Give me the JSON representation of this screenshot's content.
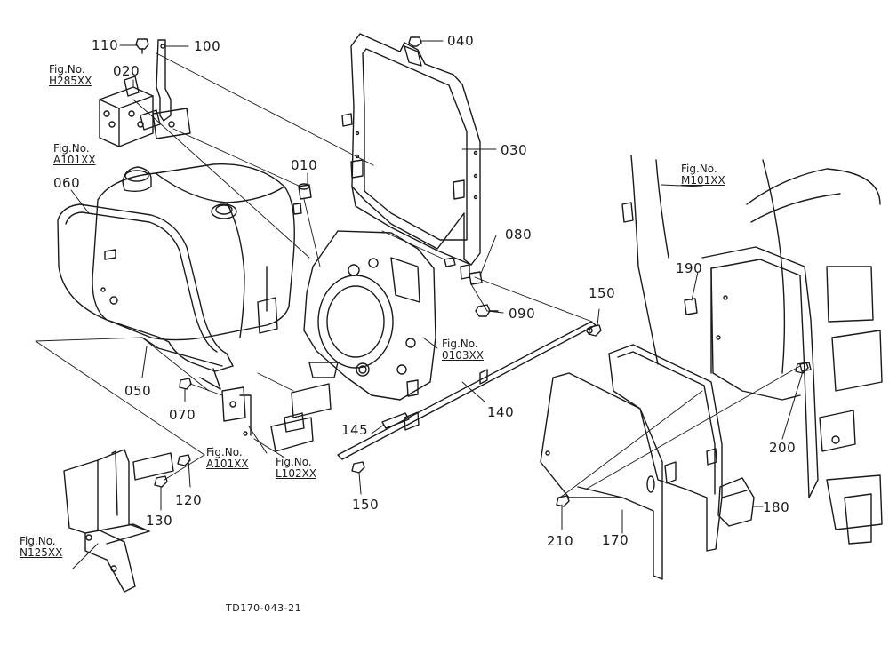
{
  "parts": [
    {
      "id": "p110",
      "num": "110"
    },
    {
      "id": "p100",
      "num": "100"
    },
    {
      "id": "p040",
      "num": "040"
    },
    {
      "id": "p020",
      "num": "020"
    },
    {
      "id": "p030",
      "num": "030"
    },
    {
      "id": "p010",
      "num": "010"
    },
    {
      "id": "p060",
      "num": "060"
    },
    {
      "id": "p080",
      "num": "080"
    },
    {
      "id": "p190",
      "num": "190"
    },
    {
      "id": "p150a",
      "num": "150"
    },
    {
      "id": "p090",
      "num": "090"
    },
    {
      "id": "p050",
      "num": "050"
    },
    {
      "id": "p070",
      "num": "070"
    },
    {
      "id": "p140",
      "num": "140"
    },
    {
      "id": "p145",
      "num": "145"
    },
    {
      "id": "p200",
      "num": "200"
    },
    {
      "id": "p120",
      "num": "120"
    },
    {
      "id": "p130",
      "num": "130"
    },
    {
      "id": "p150b",
      "num": "150"
    },
    {
      "id": "p180",
      "num": "180"
    },
    {
      "id": "p210",
      "num": "210"
    },
    {
      "id": "p170",
      "num": "170"
    }
  ],
  "fig_refs": [
    {
      "id": "f1",
      "label": "Fig.No.",
      "code": "H285XX"
    },
    {
      "id": "f2",
      "label": "Fig.No.",
      "code": "A101XX"
    },
    {
      "id": "f3",
      "label": "Fig.No.",
      "code": "M101XX"
    },
    {
      "id": "f4",
      "label": "Fig.No.",
      "code": "0103XX"
    },
    {
      "id": "f5",
      "label": "Fig.No.",
      "code": "A101XX"
    },
    {
      "id": "f6",
      "label": "Fig.No.",
      "code": "L102XX"
    },
    {
      "id": "f7",
      "label": "Fig.No.",
      "code": "N125XX"
    }
  ],
  "drawing_code": "TD170-043-21"
}
